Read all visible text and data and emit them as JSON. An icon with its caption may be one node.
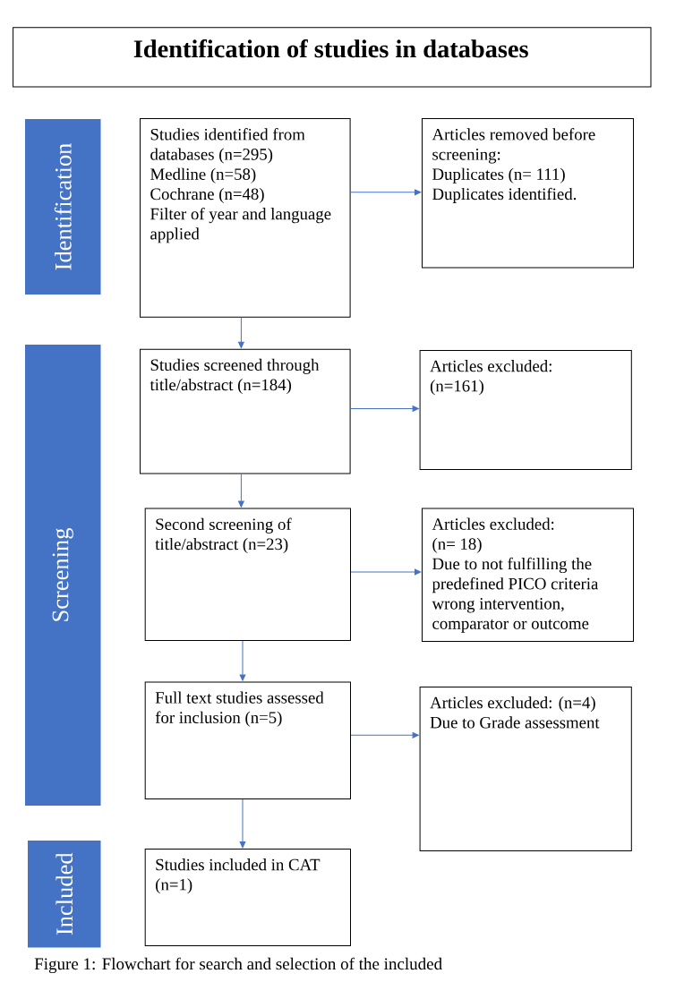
{
  "diagram": {
    "title": "Identification of studies in databases",
    "caption": "Figure 1: Flowchart for search and selection of the included",
    "nodes": [
      {
        "text": [
          "Identification"
        ]
      },
      {
        "text": [
          "Studies identified from databases (n=295)",
          "Medline (n=58)",
          "Cochrane (n=48)",
          "Filter of year and language applied"
        ]
      },
      {
        "text": [
          "Articles removed before screening:",
          "Duplicates (n= 111)",
          "Duplicates identified."
        ]
      },
      {
        "text": [
          "Screening"
        ]
      },
      {
        "text": [
          "Studies screened through title/abstract (n=184)"
        ]
      },
      {
        "text": [
          "Articles excluded:",
          "(n=161)"
        ]
      },
      {
        "text": [
          "Second screening of title/abstract (n=23)"
        ]
      },
      {
        "text": [
          "Articles excluded:",
          "(n= 18)",
          "Due to not fulfilling the predefined PICO criteria wrong intervention, comparator or outcome"
        ]
      },
      {
        "text": [
          "Full text studies assessed for inclusion (n=5)"
        ]
      },
      {
        "text": [
          "Articles excluded: (n=4)",
          "Due to Grade assessment"
        ]
      },
      {
        "text": [
          "Included"
        ]
      },
      {
        "text": [
          "Studies included in CAT (n=1)"
        ]
      }
    ],
    "edges": [
      {
        "from": 1,
        "to": 2,
        "arrow": "to"
      },
      {
        "from": 1,
        "to": 4,
        "arrow": "to"
      },
      {
        "from": 4,
        "to": 5,
        "arrow": "to"
      },
      {
        "from": 4,
        "to": 6,
        "arrow": "to"
      },
      {
        "from": 6,
        "to": 7,
        "arrow": "to"
      },
      {
        "from": 6,
        "to": 8,
        "arrow": "to"
      },
      {
        "from": 8,
        "to": 9,
        "arrow": "to"
      },
      {
        "from": 8,
        "to": 11,
        "arrow": "to"
      }
    ]
  }
}
